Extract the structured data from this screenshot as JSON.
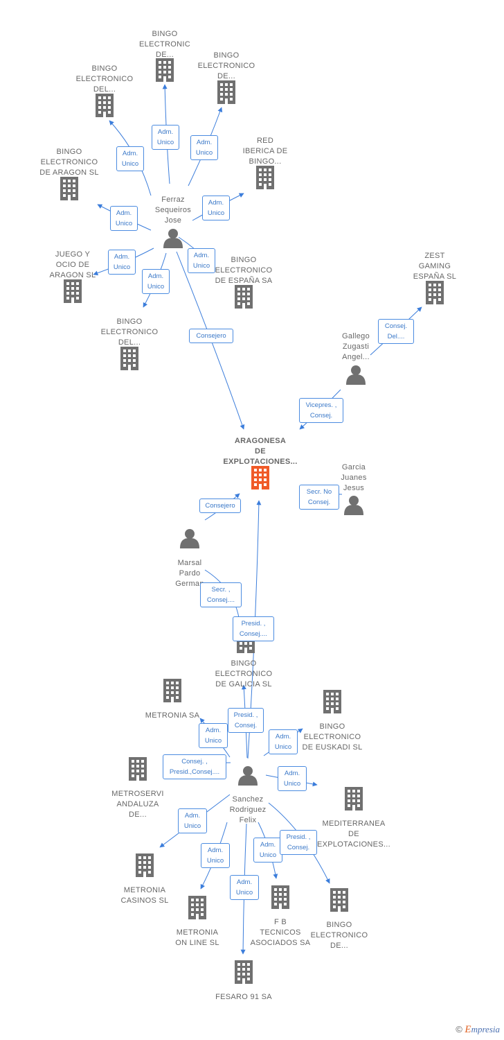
{
  "colors": {
    "edge": "#3b7ddb",
    "icon": "#707070",
    "focus": "#f05a28",
    "label": "#666666",
    "box_border": "#4a8be0",
    "box_text": "#3a78c8"
  },
  "nodes": [
    {
      "id": "bingo-electronic-de-top",
      "type": "company",
      "label": "BINGO\nELECTRONIC\nDE..."
    },
    {
      "id": "bingo-electronico-del-1",
      "type": "company",
      "label": "BINGO\nELECTRONICO\nDEL..."
    },
    {
      "id": "bingo-electronico-de-1",
      "type": "company",
      "label": "BINGO\nELECTRONICO\nDE..."
    },
    {
      "id": "bingo-electronico-aragon",
      "type": "company",
      "label": "BINGO\nELECTRONICO\nDE ARAGON SL"
    },
    {
      "id": "red-iberica",
      "type": "company",
      "label": "RED\nIBERICA DE\nBINGO..."
    },
    {
      "id": "ferraz-sequeiros",
      "type": "person",
      "label": "Ferraz\nSequeiros\nJose"
    },
    {
      "id": "juego-ocio-aragon",
      "type": "company",
      "label": "JUEGO Y\nOCIO DE\nARAGON SL"
    },
    {
      "id": "bingo-electronico-espana",
      "type": "company",
      "label": "BINGO\nELECTRONICO\nDE ESPAÑA SA"
    },
    {
      "id": "zest-gaming",
      "type": "company",
      "label": "ZEST\nGAMING\nESPAÑA SL"
    },
    {
      "id": "bingo-electronico-del-2",
      "type": "company",
      "label": "BINGO\nELECTRONICO\nDEL..."
    },
    {
      "id": "gallego-zugasti",
      "type": "person",
      "label": "Gallego\nZugasti\nAngel..."
    },
    {
      "id": "aragonesa",
      "type": "focus",
      "label": "ARAGONESA\nDE\nEXPLOTACIONES..."
    },
    {
      "id": "garcia-juanes",
      "type": "person",
      "label": "Garcia\nJuanes\nJesus"
    },
    {
      "id": "marsal-pardo",
      "type": "person",
      "label": "Marsal\nPardo\nGerman"
    },
    {
      "id": "bingo-electronico-galicia",
      "type": "company",
      "label": "BINGO\nELECTRONICO\nDE GALICIA SL"
    },
    {
      "id": "metronia-sa",
      "type": "company",
      "label": "METRONIA SA"
    },
    {
      "id": "bingo-electronico-euskadi",
      "type": "company",
      "label": "BINGO\nELECTRONICO\nDE EUSKADI SL"
    },
    {
      "id": "metroservi",
      "type": "company",
      "label": "METROSERVI\nANDALUZA\nDE..."
    },
    {
      "id": "sanchez-rodriguez",
      "type": "person",
      "label": "Sanchez\nRodriguez\nFelix"
    },
    {
      "id": "mediterranea",
      "type": "company",
      "label": "MEDITERRANEA\nDE\nEXPLOTACIONES..."
    },
    {
      "id": "metronia-casinos",
      "type": "company",
      "label": "METRONIA\nCASINOS SL"
    },
    {
      "id": "metronia-online",
      "type": "company",
      "label": "METRONIA\nON LINE SL"
    },
    {
      "id": "fb-tecnicos",
      "type": "company",
      "label": "F B\nTECNICOS\nASOCIADOS SA"
    },
    {
      "id": "bingo-electronico-de-2",
      "type": "company",
      "label": "BINGO\nELECTRONICO\nDE..."
    },
    {
      "id": "fesaro",
      "type": "company",
      "label": "FESARO 91 SA"
    }
  ],
  "relations": [
    {
      "from": "ferraz-sequeiros",
      "to": "bingo-electronic-de-top",
      "label": "Adm.\nUnico"
    },
    {
      "from": "ferraz-sequeiros",
      "to": "bingo-electronico-del-1",
      "label": "Adm.\nUnico"
    },
    {
      "from": "ferraz-sequeiros",
      "to": "bingo-electronico-de-1",
      "label": "Adm.\nUnico"
    },
    {
      "from": "ferraz-sequeiros",
      "to": "bingo-electronico-aragon",
      "label": "Adm.\nUnico"
    },
    {
      "from": "ferraz-sequeiros",
      "to": "red-iberica",
      "label": "Adm.\nUnico"
    },
    {
      "from": "ferraz-sequeiros",
      "to": "juego-ocio-aragon",
      "label": "Adm.\nUnico"
    },
    {
      "from": "ferraz-sequeiros",
      "to": "bingo-electronico-espana",
      "label": "Adm.\nUnico"
    },
    {
      "from": "ferraz-sequeiros",
      "to": "bingo-electronico-del-2",
      "label": "Adm.\nUnico"
    },
    {
      "from": "ferraz-sequeiros",
      "to": "aragonesa",
      "label": "Consejero"
    },
    {
      "from": "gallego-zugasti",
      "to": "zest-gaming",
      "label": "Consej.\nDel...."
    },
    {
      "from": "gallego-zugasti",
      "to": "aragonesa",
      "label": "Vicepres. ,\nConsej."
    },
    {
      "from": "garcia-juanes",
      "to": "aragonesa",
      "label": "Secr. No\nConsej."
    },
    {
      "from": "marsal-pardo",
      "to": "aragonesa",
      "label": "Consejero"
    },
    {
      "from": "marsal-pardo",
      "to": "bingo-electronico-galicia",
      "label": "Secr. ,\nConsej...."
    },
    {
      "from": "sanchez-rodriguez",
      "to": "aragonesa",
      "label": "Presid. ,\nConsej...."
    },
    {
      "from": "sanchez-rodriguez",
      "to": "bingo-electronico-galicia",
      "label": "Presid. ,\nConsej."
    },
    {
      "from": "sanchez-rodriguez",
      "to": "metronia-sa",
      "label": "Adm.\nUnico"
    },
    {
      "from": "sanchez-rodriguez",
      "to": "bingo-electronico-euskadi",
      "label": "Adm.\nUnico"
    },
    {
      "from": "sanchez-rodriguez",
      "to": "metroservi",
      "label": "Consej. ,\nPresid.,Consej...."
    },
    {
      "from": "sanchez-rodriguez",
      "to": "mediterranea",
      "label": "Adm.\nUnico"
    },
    {
      "from": "sanchez-rodriguez",
      "to": "metronia-casinos",
      "label": "Adm.\nUnico"
    },
    {
      "from": "sanchez-rodriguez",
      "to": "metronia-online",
      "label": "Adm.\nUnico"
    },
    {
      "from": "sanchez-rodriguez",
      "to": "fb-tecnicos",
      "label": "Adm.\nUnico"
    },
    {
      "from": "sanchez-rodriguez",
      "to": "bingo-electronico-de-2",
      "label": "Presid. ,\nConsej."
    },
    {
      "from": "sanchez-rodriguez",
      "to": "fesaro",
      "label": "Adm.\nUnico"
    }
  ],
  "watermark": {
    "copyright": "©",
    "brand_e": "E",
    "brand_rest": "mpresia"
  }
}
